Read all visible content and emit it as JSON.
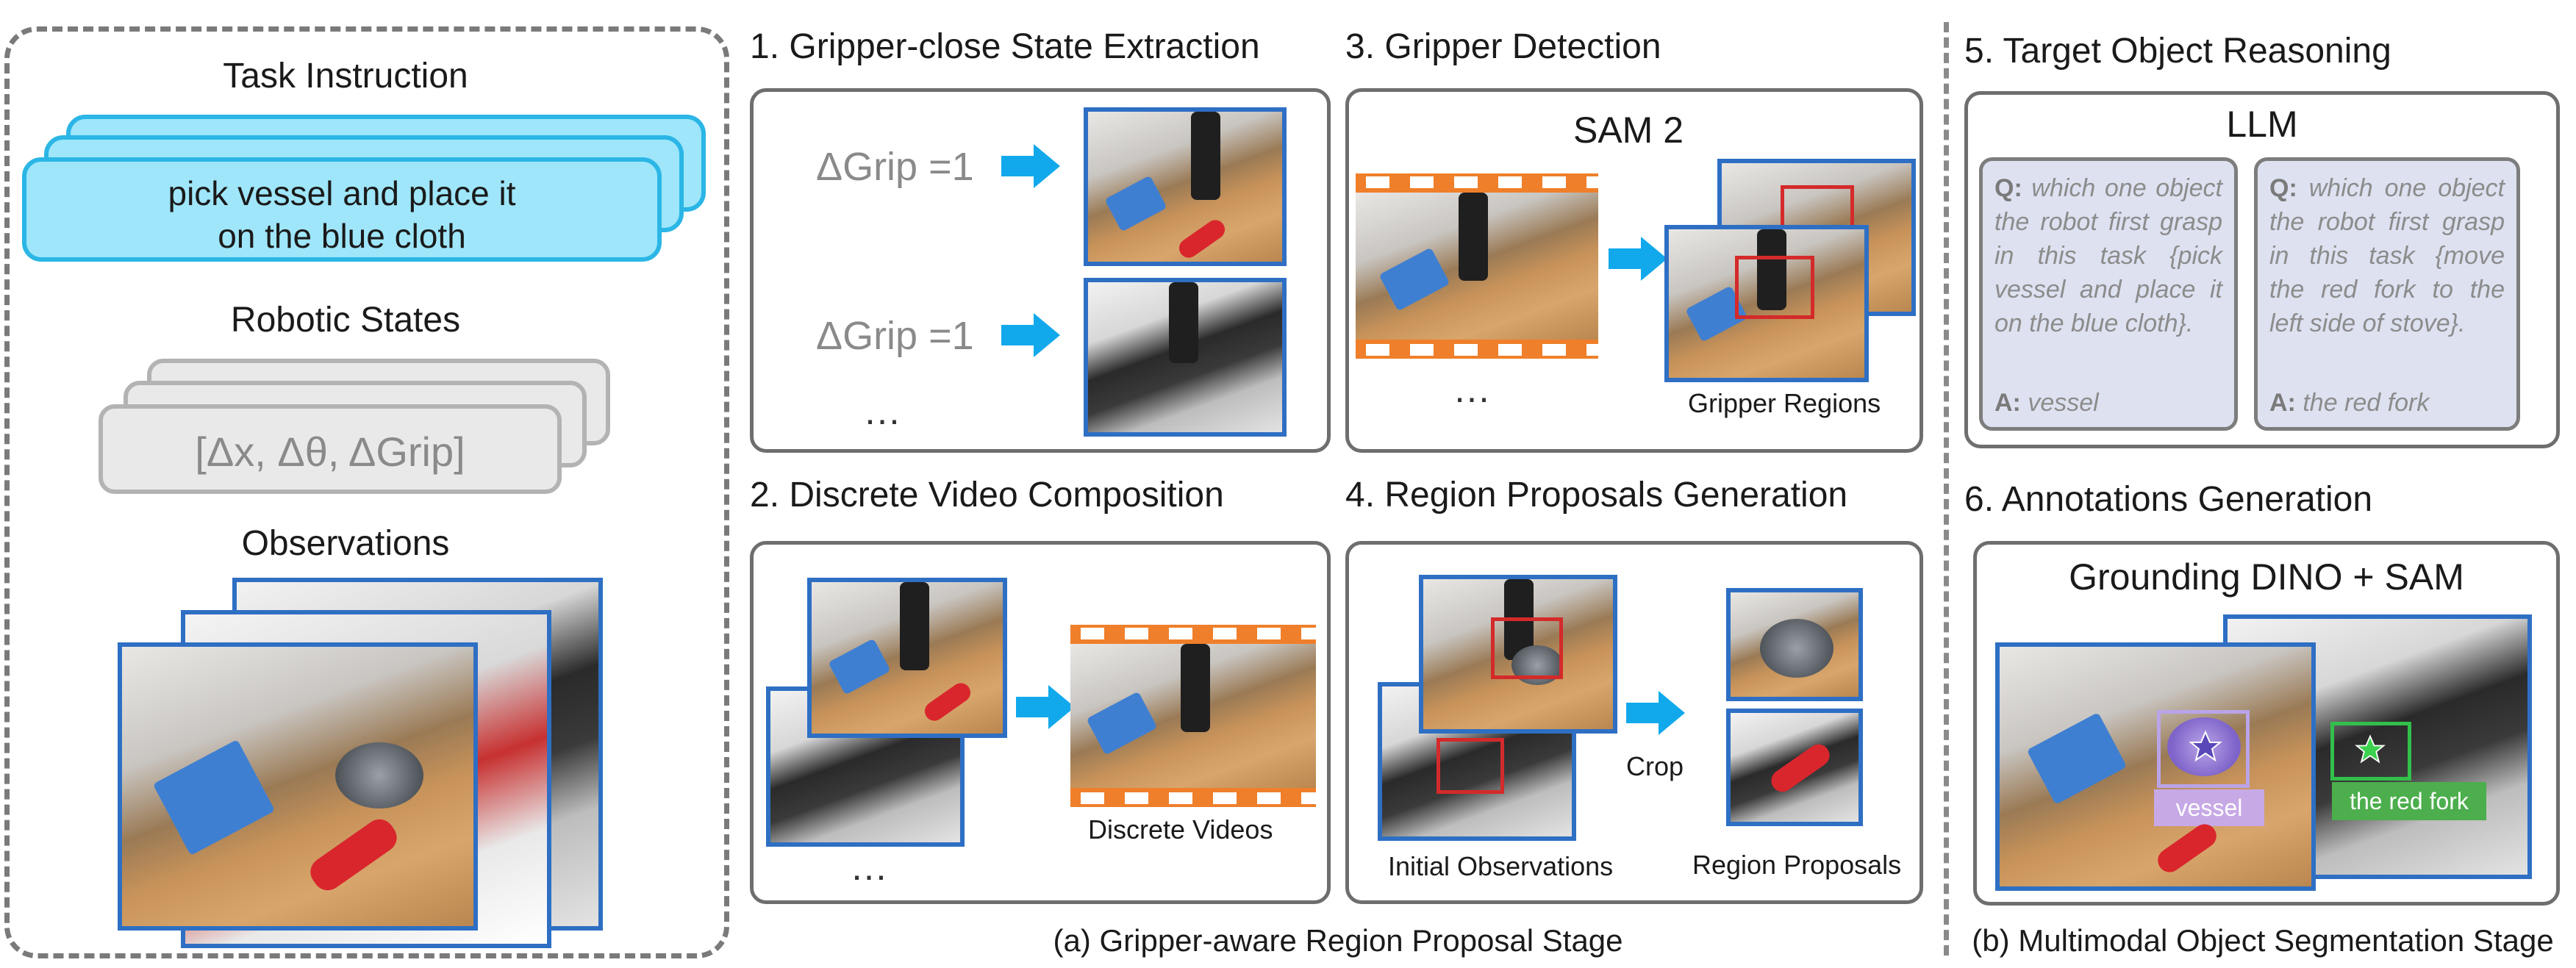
{
  "left": {
    "task_title": "Task Instruction",
    "task_text_1": "pick vessel and place it",
    "task_text_2": "on the blue cloth",
    "states_title": "Robotic States",
    "states_text": "[Δx, Δθ, ΔGrip]",
    "obs_title": "Observations"
  },
  "sec1": {
    "title": "1. Gripper-close State Extraction",
    "grip1": "ΔGrip =1",
    "grip2": "ΔGrip =1",
    "ellipsis": "…"
  },
  "sec2": {
    "title": "2. Discrete Video Composition",
    "caption": "Discrete Videos",
    "ellipsis": "…"
  },
  "sec3": {
    "title": "3. Gripper Detection",
    "model": "SAM 2",
    "caption": "Gripper Regions",
    "ellipsis": "…"
  },
  "sec4": {
    "title": "4. Region Proposals Generation",
    "crop": "Crop",
    "init_caption": "Initial Observations",
    "prop_caption": "Region Proposals"
  },
  "sec5": {
    "title": "5. Target Object Reasoning",
    "model": "LLM",
    "q_label": "Q:",
    "a_label": "A:",
    "q1": "which one object the robot first grasp in this task {pick vessel and place it on the blue cloth}.",
    "a1": "vessel",
    "q2": "which one object the robot first grasp in this task {move the red fork to the left side of stove}.",
    "a2": "the red fork"
  },
  "sec6": {
    "title": "6. Annotations Generation",
    "model": "Grounding DINO + SAM",
    "tag1": "vessel",
    "tag2": "the red fork"
  },
  "captions": {
    "a": "(a) Gripper-aware Region Proposal Stage",
    "b": "(b) Multimodal Object Segmentation Stage"
  },
  "colors": {
    "arrow": "#12a9ec",
    "film": "#ef7f2a",
    "photo_border": "#2e6fc4",
    "task_fill": "#9fe6fb",
    "box": "#d42a2a"
  }
}
